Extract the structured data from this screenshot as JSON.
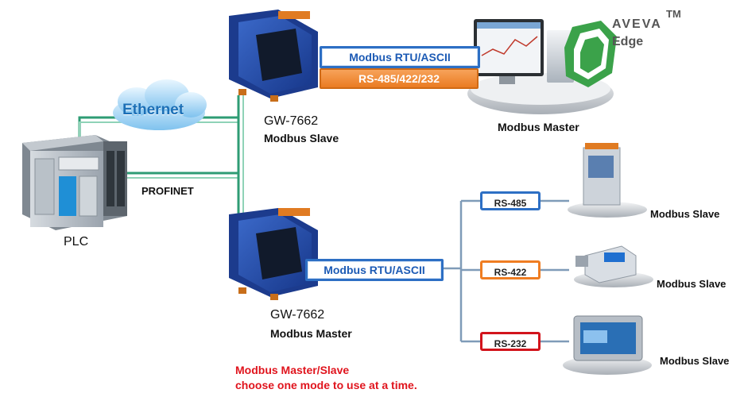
{
  "colors": {
    "rtu_blue": "#2d6fc4",
    "rs485_blue": "#2d6fc4",
    "rs422_orange": "#ef7d22",
    "rs232_red": "#d2141c",
    "link_green": "#2e9c74",
    "note_red": "#e0141d"
  },
  "plc": {
    "label": "PLC"
  },
  "network": {
    "ethernet": "Ethernet",
    "profinet": "PROFINET"
  },
  "gateway_top": {
    "model": "GW-7662",
    "role": "Modbus Slave"
  },
  "gateway_bottom": {
    "model": "GW-7662",
    "role": "Modbus Master"
  },
  "links": {
    "top_rtu": "Modbus RTU/ASCII",
    "top_serial": "RS-485/422/232",
    "bottom_rtu": "Modbus RTU/ASCII"
  },
  "master_pc": {
    "label": "Modbus Master"
  },
  "aveva": {
    "line1": "AVEVA",
    "line2": "Edge",
    "tm": "TM"
  },
  "slaves": [
    {
      "port": "RS-485",
      "label": "Modbus Slave"
    },
    {
      "port": "RS-422",
      "label": "Modbus Slave"
    },
    {
      "port": "RS-232",
      "label": "Modbus Slave"
    }
  ],
  "note": {
    "line1": "Modbus Master/Slave",
    "line2": "choose one mode to use at a time."
  }
}
